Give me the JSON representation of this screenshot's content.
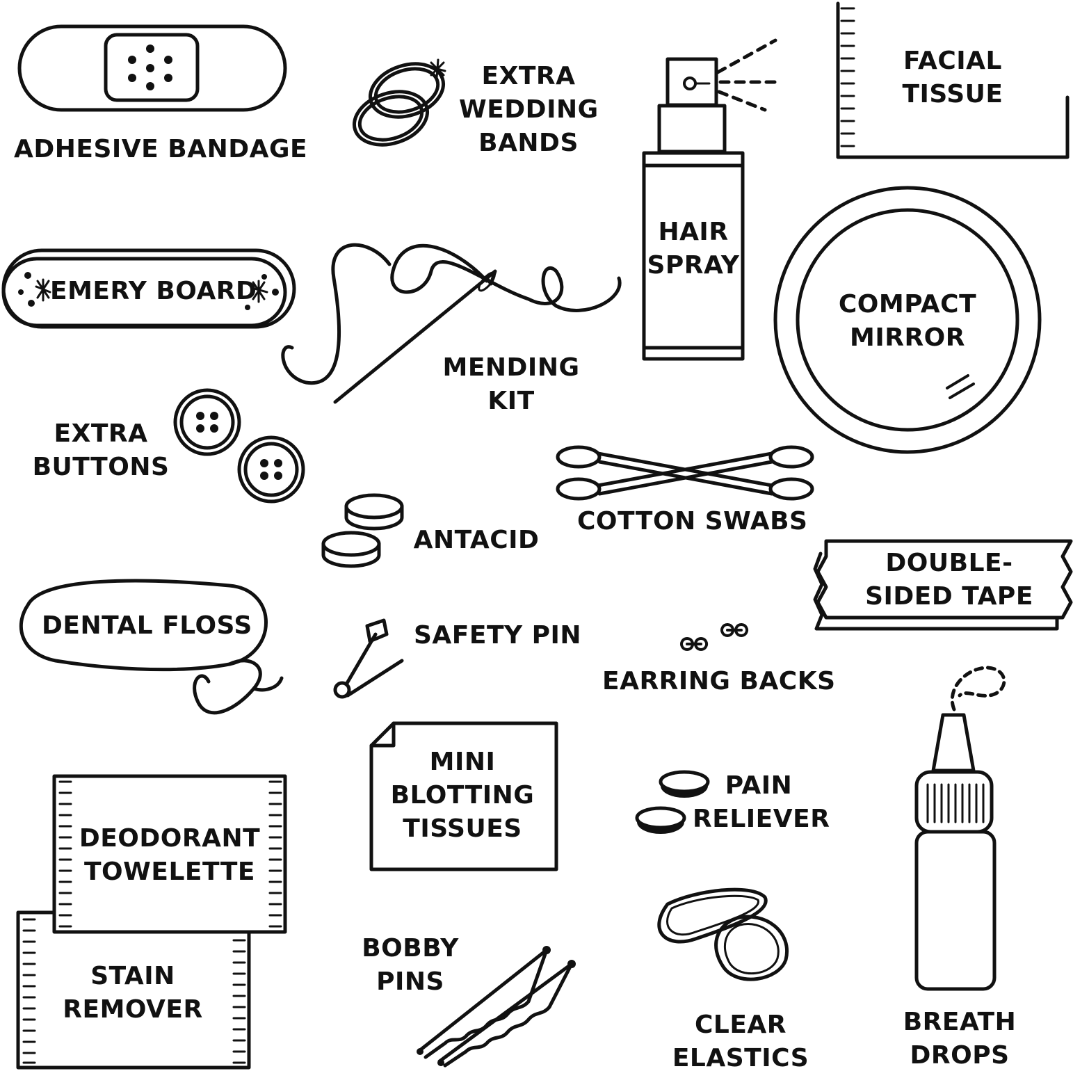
{
  "items": {
    "adhesive_bandage": [
      "ADHESIVE BANDAGE"
    ],
    "wedding_bands": [
      "EXTRA",
      "WEDDING",
      "BANDS"
    ],
    "hair_spray": [
      "HAIR",
      "SPRAY"
    ],
    "facial_tissue": [
      "FACIAL",
      "TISSUE"
    ],
    "emery_board": [
      "EMERY BOARD"
    ],
    "mending_kit": [
      "MENDING",
      "KIT"
    ],
    "compact_mirror": [
      "COMPACT",
      "MIRROR"
    ],
    "extra_buttons": [
      "EXTRA",
      "BUTTONS"
    ],
    "antacid": [
      "ANTACID"
    ],
    "cotton_swabs": [
      "COTTON SWABS"
    ],
    "double_sided_tape": [
      "DOUBLE-",
      "SIDED TAPE"
    ],
    "dental_floss": [
      "DENTAL FLOSS"
    ],
    "safety_pin": [
      "SAFETY PIN"
    ],
    "earring_backs": [
      "EARRING BACKS"
    ],
    "mini_blotting_tissues": [
      "MINI",
      "BLOTTING",
      "TISSUES"
    ],
    "pain_reliever": [
      "PAIN",
      "RELIEVER"
    ],
    "deodorant_towelette": [
      "DEODORANT",
      "TOWELETTE"
    ],
    "stain_remover": [
      "STAIN",
      "REMOVER"
    ],
    "bobby_pins": [
      "BOBBY",
      "PINS"
    ],
    "clear_elastics": [
      "CLEAR",
      "ELASTICS"
    ],
    "breath_drops": [
      "BREATH",
      "DROPS"
    ]
  },
  "colors": {
    "ink": "#111111",
    "background": "#ffffff"
  }
}
